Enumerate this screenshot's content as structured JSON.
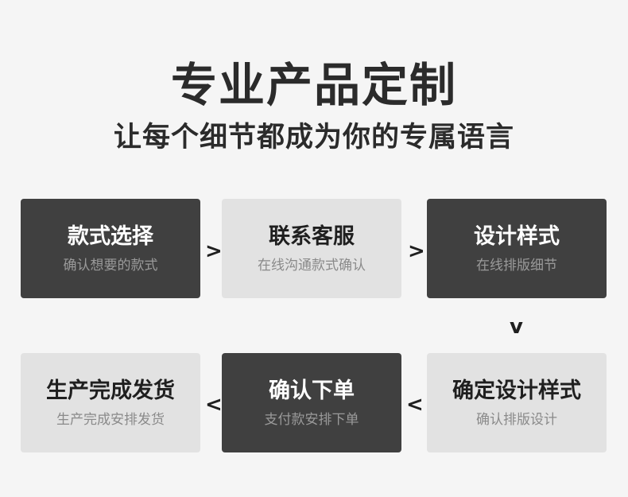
{
  "header": {
    "title": "专业产品定制",
    "subtitle": "让每个细节都成为你的专属语言"
  },
  "steps": [
    {
      "heading": "款式选择",
      "desc": "确认想要的款式",
      "style": "dark"
    },
    {
      "heading": "联系客服",
      "desc": "在线沟通款式确认",
      "style": "light"
    },
    {
      "heading": "设计样式",
      "desc": "在线排版细节",
      "style": "dark"
    },
    {
      "heading": "确定设计样式",
      "desc": "确认排版设计",
      "style": "light"
    },
    {
      "heading": "确认下单",
      "desc": "支付款安排下单",
      "style": "dark"
    },
    {
      "heading": "生产完成发货",
      "desc": "生产完成安排发货",
      "style": "light"
    }
  ],
  "arrows": {
    "right": ">",
    "down": "v",
    "left": "<"
  },
  "colors": {
    "dark_card": "#404040",
    "light_card": "#e2e2e2",
    "background": "#f5f5f5"
  }
}
